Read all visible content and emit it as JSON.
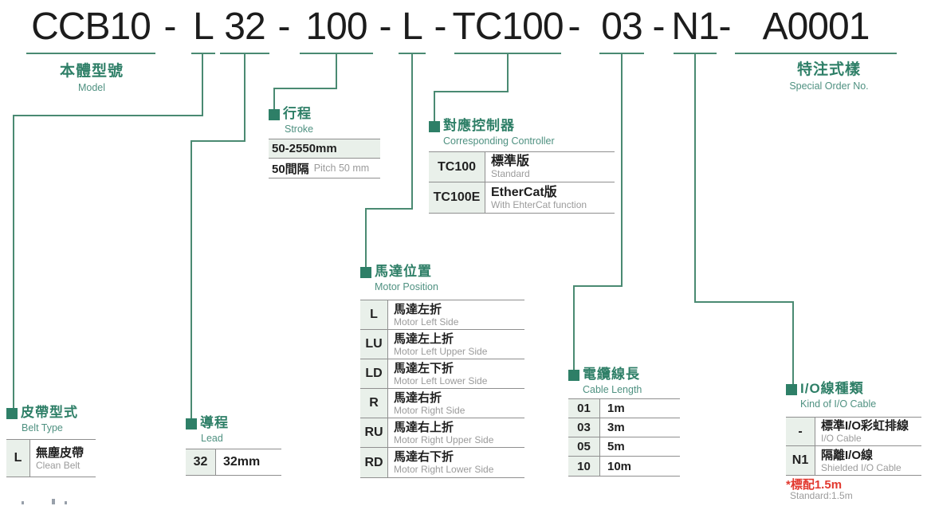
{
  "colors": {
    "accent_green": "#2e7f67",
    "teal_label": "#4f9181",
    "line_green": "#4a8a72",
    "red_note": "#e2392f",
    "text_dark": "#1c1c1c",
    "text_gray": "#9b9b9b",
    "row_tint": "#e9f0ea",
    "border_gray": "#8f8f8f"
  },
  "title": {
    "full_code": "CCB10 - L 32 - 100 - L - TC100 - 03 - N1 - A0001",
    "segments": [
      "CCB10",
      "-",
      "L",
      "32",
      "-",
      "100",
      "-",
      "L",
      "-",
      "TC100",
      "-",
      "03",
      "-",
      "N1",
      "-",
      "A0001"
    ]
  },
  "sections": {
    "model": {
      "zh": "本體型號",
      "en": "Model"
    },
    "belt": {
      "zh": "皮帶型式",
      "en": "Belt Type",
      "rows": [
        {
          "code": "L",
          "zh": "無塵皮帶",
          "en": "Clean Belt"
        }
      ]
    },
    "lead": {
      "zh": "導程",
      "en": "Lead",
      "rows": [
        {
          "code": "32",
          "value": "32mm"
        }
      ]
    },
    "stroke": {
      "zh": "行程",
      "en": "Stroke",
      "range": "50-2550mm",
      "pitch_zh": "50間隔",
      "pitch_en": "Pitch 50 mm"
    },
    "motor": {
      "zh": "馬達位置",
      "en": "Motor Position",
      "rows": [
        {
          "code": "L",
          "zh": "馬達左折",
          "en": "Motor Left Side"
        },
        {
          "code": "LU",
          "zh": "馬達左上折",
          "en": "Motor Left Upper Side"
        },
        {
          "code": "LD",
          "zh": "馬達左下折",
          "en": "Motor Left Lower Side"
        },
        {
          "code": "R",
          "zh": "馬達右折",
          "en": "Motor Right Side"
        },
        {
          "code": "RU",
          "zh": "馬達右上折",
          "en": "Motor Right Upper Side"
        },
        {
          "code": "RD",
          "zh": "馬達右下折",
          "en": "Motor Right Lower Side"
        }
      ]
    },
    "controller": {
      "zh": "對應控制器",
      "en": "Corresponding Controller",
      "rows": [
        {
          "code": "TC100",
          "zh": "標準版",
          "en": "Standard"
        },
        {
          "code": "TC100E",
          "zh": "EtherCat版",
          "en": "With EhterCat function"
        }
      ]
    },
    "cable": {
      "zh": "電纜線長",
      "en": "Cable Length",
      "rows": [
        {
          "code": "01",
          "value": "1m"
        },
        {
          "code": "03",
          "value": "3m"
        },
        {
          "code": "05",
          "value": "5m"
        },
        {
          "code": "10",
          "value": "10m"
        }
      ]
    },
    "io": {
      "zh": "I/O線種類",
      "en": "Kind of I/O Cable",
      "rows": [
        {
          "code": "-",
          "zh": "標準I/O彩虹排線",
          "en": "I/O Cable"
        },
        {
          "code": "N1",
          "zh": "隔離I/O線",
          "en": "Shielded I/O Cable"
        }
      ],
      "note_red": "*標配1.5m",
      "note_gray": "Standard:1.5m"
    },
    "special": {
      "zh": "特注式樣",
      "en": "Special Order No."
    }
  }
}
